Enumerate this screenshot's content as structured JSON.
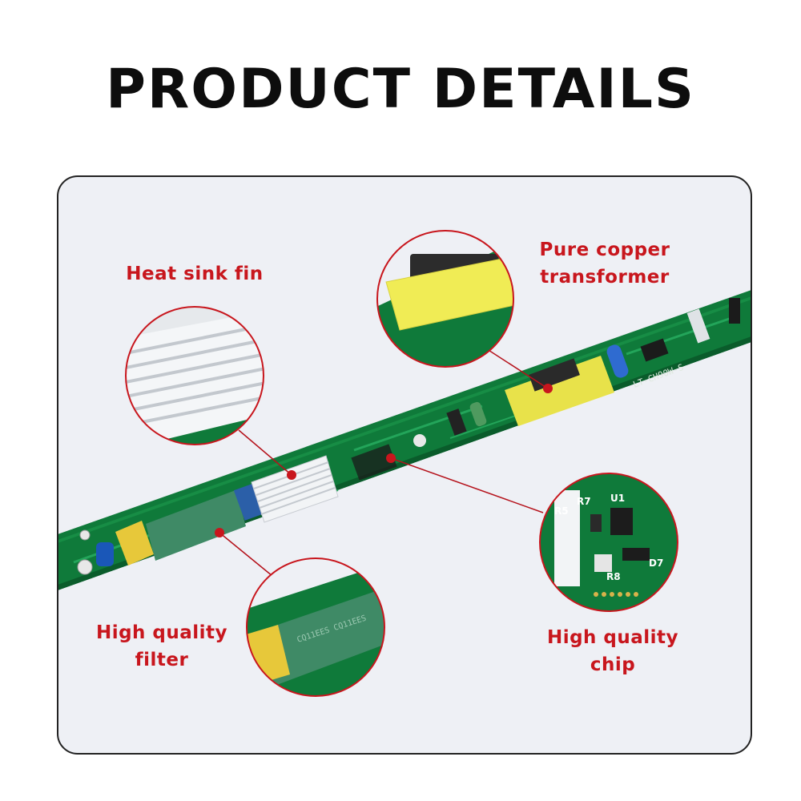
{
  "title": "PRODUCT DETAILS",
  "labels": {
    "heat_sink": "Heat sink fin",
    "transformer_line1": "Pure  copper",
    "transformer_line2": "transformer",
    "filter_line1": "High quality",
    "filter_line2": "filter",
    "chip_line1": "High quality",
    "chip_line2": "chip"
  },
  "board_markings": {
    "model": "LT-CH90W-S",
    "chip_u1": "U1",
    "chip_r5": "R5",
    "chip_r7": "R7",
    "chip_r8": "R8",
    "chip_d7": "D7"
  },
  "colors": {
    "accent_red": "#c8161d",
    "pcb_green": "#0f7a3a",
    "transformer_yellow": "#e8e24a",
    "filter_green": "#3f8a66",
    "heat_sink_white": "#f4f6f8",
    "panel_bg": "#eef0f5"
  },
  "icons": [
    "circuit-board-image",
    "zoom-circle-heat-sink",
    "zoom-circle-transformer",
    "zoom-circle-filter",
    "zoom-circle-chip"
  ]
}
